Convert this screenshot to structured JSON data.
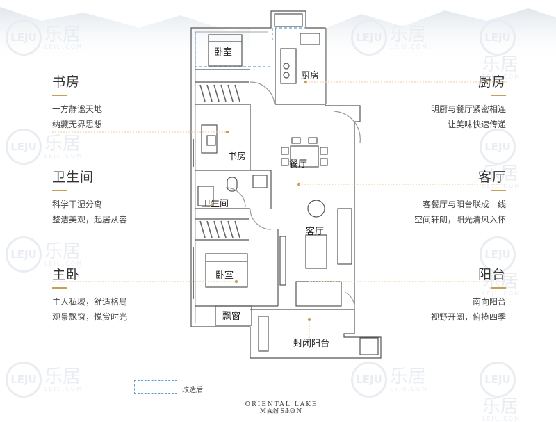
{
  "watermark": {
    "badge": "LEJU",
    "cn": "乐居",
    "en": "LEJU.COM"
  },
  "annotations": {
    "study": {
      "title": "书房",
      "lines": [
        "一方静谧天地",
        "纳藏无界思想"
      ]
    },
    "bathroom": {
      "title": "卫生间",
      "lines": [
        "科学干湿分离",
        "整洁美观，起居从容"
      ]
    },
    "master_bedroom": {
      "title": "主卧",
      "lines": [
        "主人私域，舒适格局",
        "观景飘窗，悦赏时光"
      ]
    },
    "kitchen": {
      "title": "厨房",
      "lines": [
        "明厨与餐厅紧密相连",
        "让美味快速传递"
      ]
    },
    "living": {
      "title": "客厅",
      "lines": [
        "客餐厅与阳台联成一线",
        "空间轩朗，阳光清风入怀"
      ]
    },
    "balcony": {
      "title": "阳台",
      "lines": [
        "南向阳台",
        "视野开阔，俯揽四季"
      ]
    }
  },
  "rooms": {
    "bedroom_top": "卧室",
    "kitchen": "厨房",
    "study": "书房",
    "dining": "餐厅",
    "bathroom": "卫生间",
    "living": "客厅",
    "bedroom_bottom": "卧室",
    "bay_window": "飘窗",
    "enclosed_balcony": "封闭阳台"
  },
  "legend": {
    "label": "改造后"
  },
  "brand": {
    "name": "ORIENTAL LAKE MANSION",
    "sub": "东湖荟 · LAKE"
  },
  "colors": {
    "accent": "#c8a052",
    "wall": "#444444",
    "dashed": "#5aa0d8",
    "watermark": "#e9edf2"
  }
}
